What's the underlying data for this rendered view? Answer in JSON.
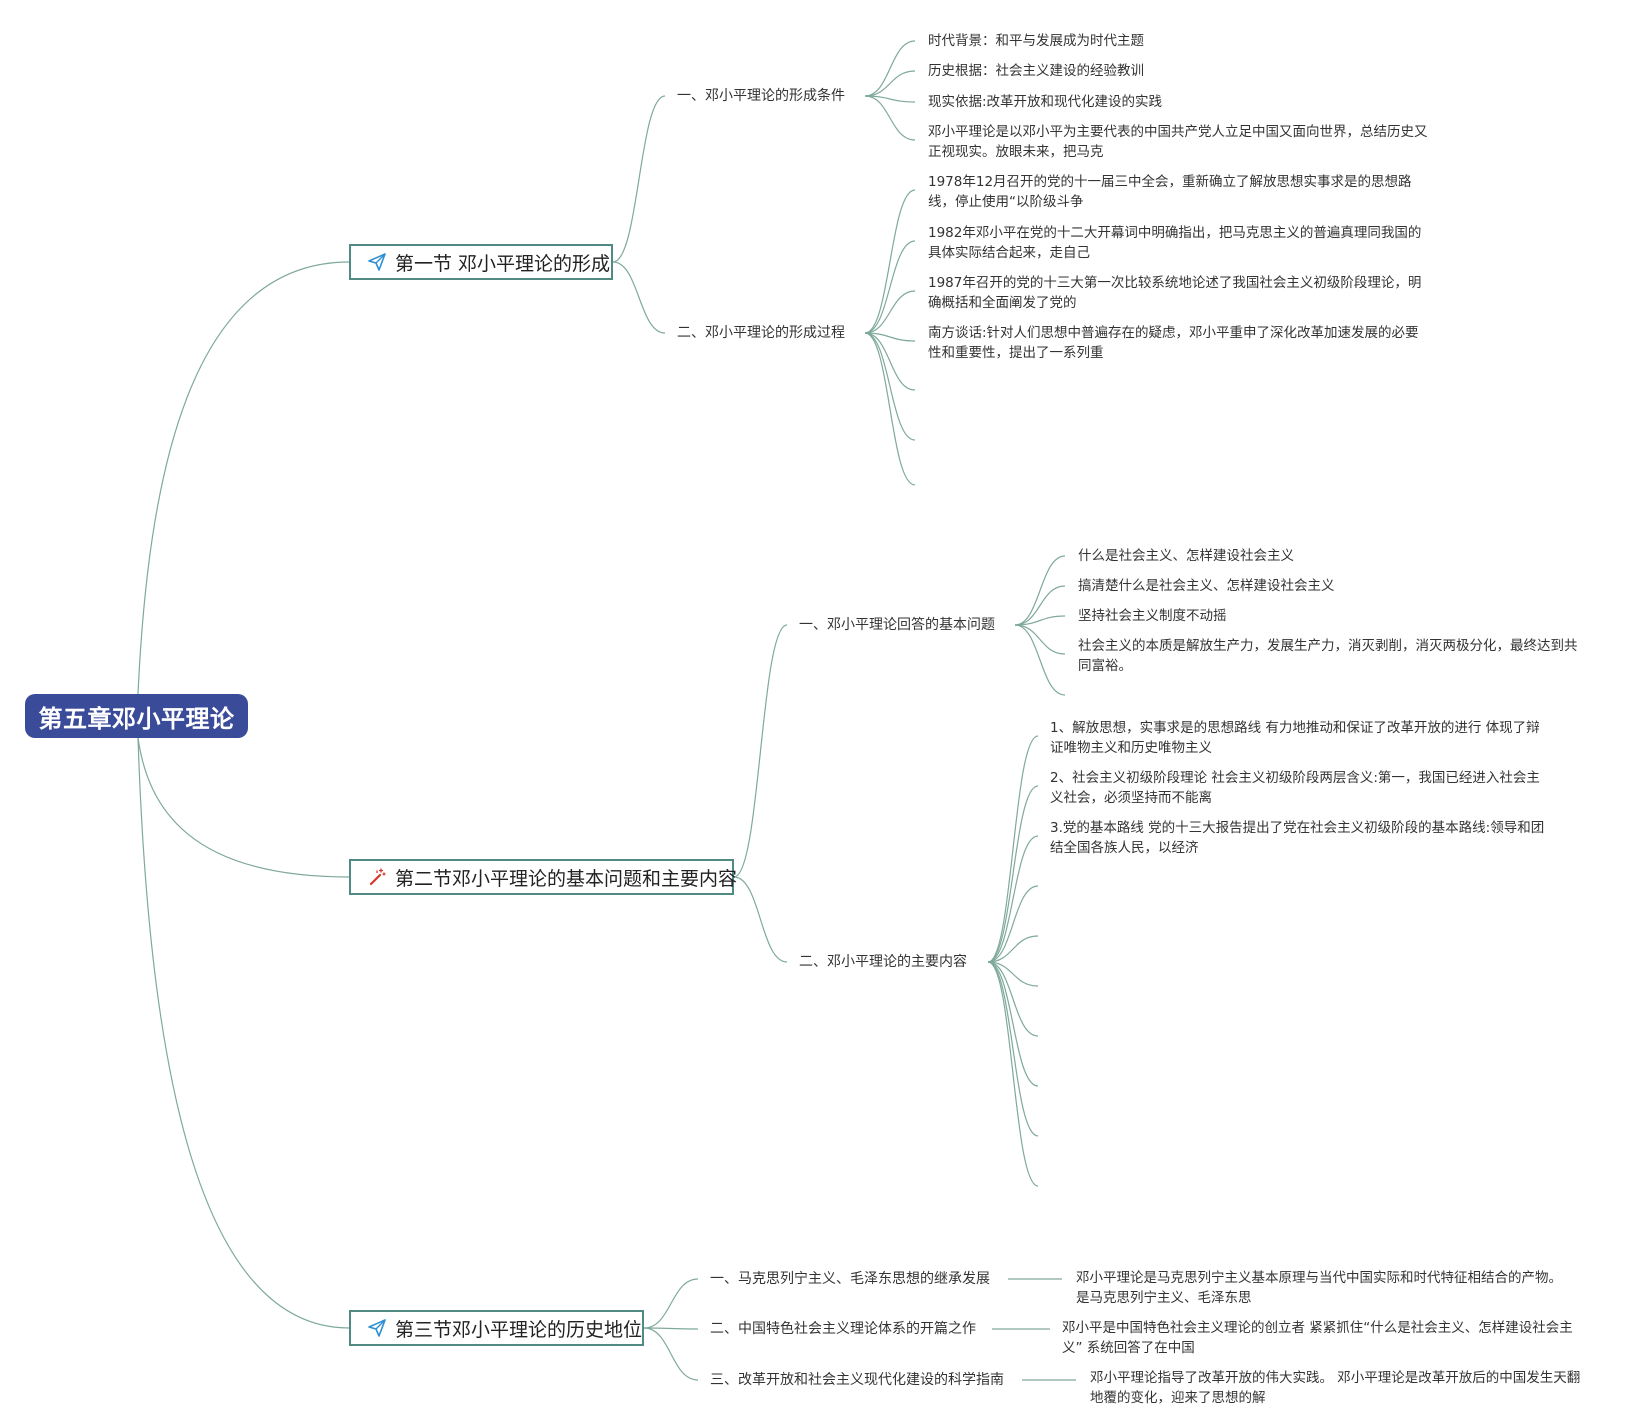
{
  "root": {
    "label": "第五章邓小平理论"
  },
  "sections": [
    {
      "label": "第一节 邓小平理论的形成",
      "icon": "paper-plane-icon",
      "subs": [
        {
          "label": "一、邓小平理论的形成条件",
          "leaves": [
            "时代背景：和平与发展成为时代主题",
            "历史根据：社会主义建设的经验教训",
            "现实依据:改革开放和现代化建设的实践",
            "邓小平理论是以邓小平为主要代表的中国共产党人立足中国又面向世界，总结历史又正视现实。放眼未来，把马克"
          ]
        },
        {
          "label": "二、邓小平理论的形成过程",
          "leaves": [
            "1978年12月召开的党的十一届三中全会，重新确立了解放思想实事求是的思想路线，停止使用“以阶级斗争",
            "1982年邓小平在党的十二大开幕词中明确指出，把马克思主义的普遍真理同我国的具体实际结合起来，走自己",
            "1987年召开的党的十三大第一次比较系统地论述了我国社会主义初级阶段理论，明确概括和全面阐发了党的",
            "南方谈话:针对人们思想中普遍存在的疑虑，邓小平重申了深化改革加速发展的必要性和重要性，提出了一系列重"
          ]
        }
      ]
    },
    {
      "label": "第二节邓小平理论的基本问题和主要内容",
      "icon": "magic-wand-icon",
      "subs": [
        {
          "label": "一、邓小平理论回答的基本问题",
          "leaves": [
            "什么是社会主义、怎样建设社会主义",
            "搞清楚什么是社会主义、怎样建设社会主义",
            "坚持社会主义制度不动摇",
            "社会主义的本质是解放生产力，发展生产力，消灭剥削，消灭两极分化，最终达到共同富裕。"
          ]
        },
        {
          "label": "二、邓小平理论的主要内容",
          "leaves": [
            "1、解放思想，实事求是的思想路线 有力地推动和保证了改革开放的进行 体现了辩证唯物主义和历史唯物主义",
            "2、社会主义初级阶段理论 社会主义初级阶段两层含义:第一，我国已经进入社会主义社会，必须坚持而不能离",
            "3.党的基本路线 党的十三大报告提出了党在社会主义初级阶段的基本路线:领导和团结全国各族人民，以经济"
          ]
        }
      ]
    },
    {
      "label": "第三节邓小平理论的历史地位",
      "icon": "paper-plane-icon",
      "subs": [
        {
          "label": "一、马克思列宁主义、毛泽东思想的继承发展",
          "leaves": [
            "邓小平理论是马克思列宁主义基本原理与当代中国实际和时代特征相结合的产物。 是马克思列宁主义、毛泽东思"
          ]
        },
        {
          "label": "二、中国特色社会主义理论体系的开篇之作",
          "leaves": [
            "邓小平是中国特色社会主义理论的创立者 紧紧抓住“什么是社会主义、怎样建设社会主义” 系统回答了在中国"
          ]
        },
        {
          "label": "三、改革开放和社会主义现代化建设的科学指南",
          "leaves": [
            "邓小平理论指导了改革开放的伟大实践。 邓小平理论是改革开放后的中国发生天翻地覆的变化，迎来了思想的解"
          ]
        }
      ]
    }
  ],
  "colors": {
    "root_bg": "#3a4b9a",
    "line": "#7fa99b",
    "section_border": "#4f8a84",
    "icon_blue": "#2f8fd0",
    "icon_red": "#d9362b"
  }
}
